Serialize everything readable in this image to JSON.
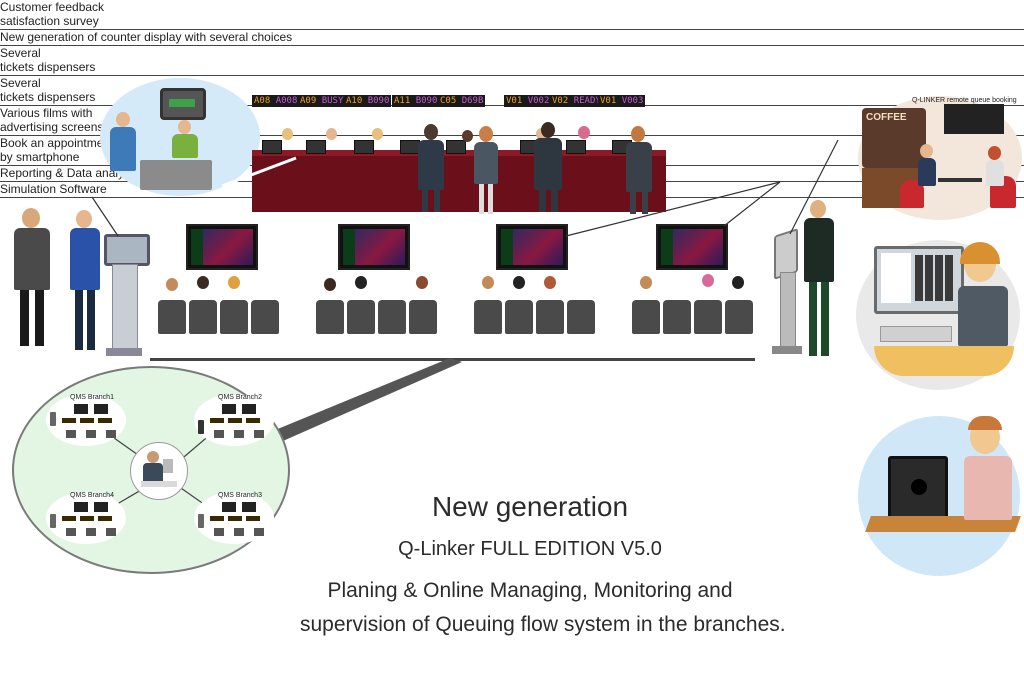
{
  "labels": {
    "feedback": [
      "Customer feedback",
      "satisfaction survey"
    ],
    "counter_display": "New generation of counter display with several choices",
    "dispensers_left": [
      "Several",
      "tickets dispensers"
    ],
    "dispensers_right": [
      "Several",
      "tickets dispensers"
    ],
    "films": [
      "Various films with",
      "advertising screens"
    ],
    "appointment": [
      "Book an appointment",
      "by smartphone"
    ],
    "remote_booking": "Q-LINKER remote queue booking",
    "coffee_sign": "COFFEE",
    "reporting": "Reporting & Data analysis",
    "simulation": "Simulation Software"
  },
  "led_displays": [
    {
      "a": "A08",
      "b": "A008"
    },
    {
      "a": "A09",
      "b": "BUSY"
    },
    {
      "a": "A10",
      "b": "B090"
    },
    {
      "a": "A11",
      "b": "B090"
    },
    {
      "a": "C05",
      "b": "D69B"
    },
    {
      "a": "V01",
      "b": "V002"
    },
    {
      "a": "V02",
      "b": "READY"
    },
    {
      "a": "V01",
      "b": "V003"
    }
  ],
  "branches": [
    "QMS Branch1",
    "QMS Branch2",
    "QMS Branch4",
    "QMS Branch3"
  ],
  "headline": {
    "line1": "New generation",
    "line2": "Q-Linker FULL EDITION V5.0",
    "line3": "Planing & Online Managing, Monitoring and",
    "line4": "supervision of Queuing flow system in the branches."
  },
  "colors": {
    "counter": "#6b0f1a",
    "led_amber": "#f0a020",
    "led_violet": "#c85ad8",
    "network_bubble": "#e3f5e3",
    "feedback_bubble": "#d4eaf8",
    "simulation_bubble": "#cfe7f7"
  }
}
